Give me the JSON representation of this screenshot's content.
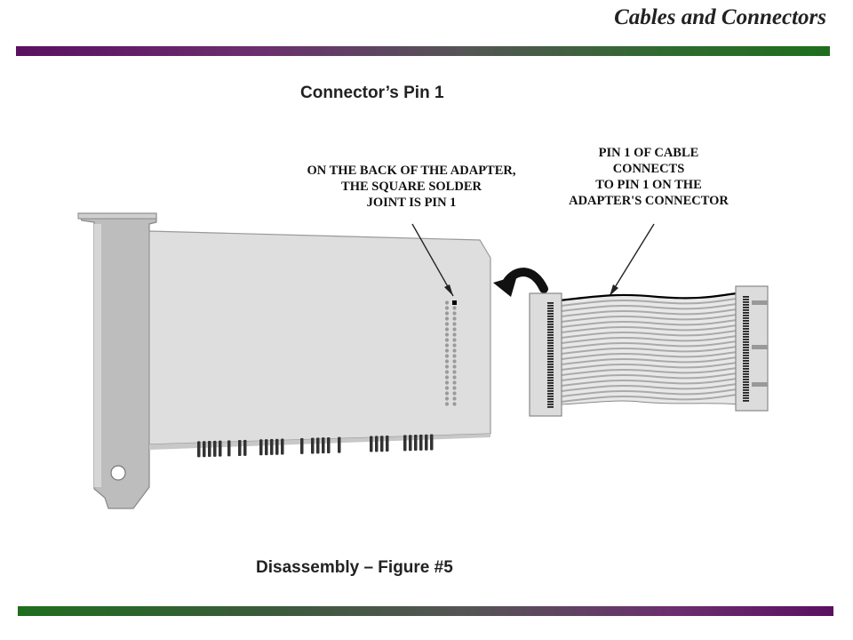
{
  "header": {
    "title": "Cables and Connectors"
  },
  "slide": {
    "subtitle": "Connector’s Pin 1",
    "caption": "Disassembly – Figure #5"
  },
  "annotations": {
    "adapter_note": [
      "ON THE BACK OF THE ADAPTER,",
      "THE SQUARE SOLDER",
      "JOINT IS PIN 1"
    ],
    "cable_note": [
      "PIN 1 OF CABLE",
      "CONNECTS",
      "TO PIN 1 ON THE",
      "ADAPTER'S CONNECTOR"
    ]
  },
  "colors": {
    "bar_purple": "#5a1060",
    "bar_green": "#1e6e1e"
  }
}
